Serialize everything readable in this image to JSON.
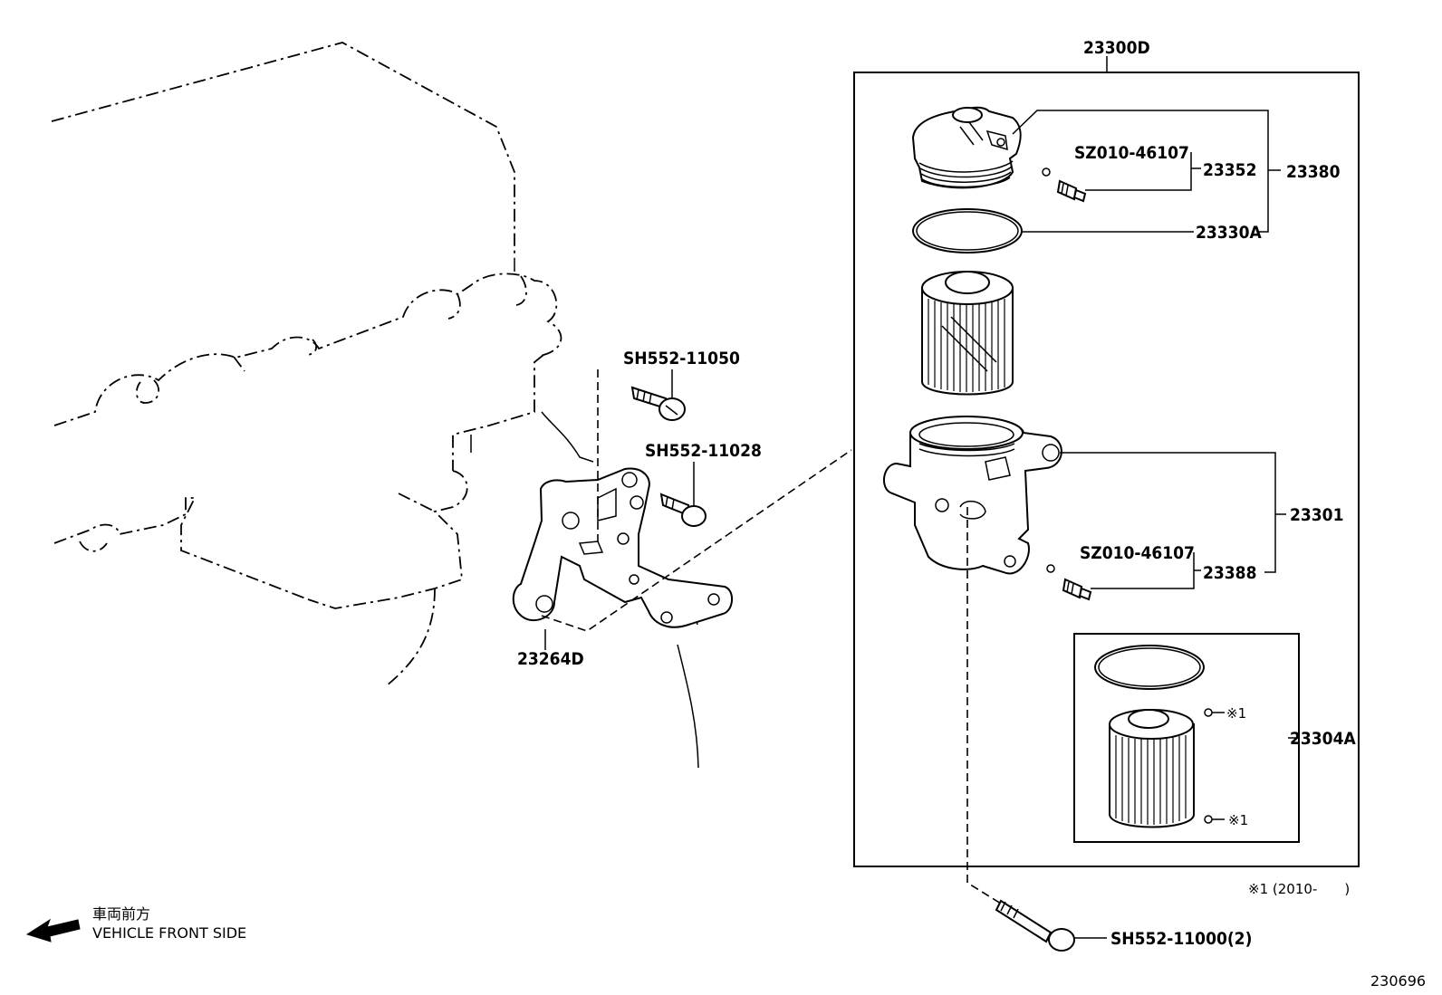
{
  "diagram": {
    "assembly_label": "23300D",
    "figure_number": "230696",
    "footnote": "※1 (2010-　　)",
    "orientation": {
      "japanese": "車両前方",
      "english": "VEHICLE FRONT SIDE"
    },
    "parts": {
      "cap_assembly": "23380",
      "sensor_assembly_top": "23352",
      "sensor_part_top": "SZ010-46107",
      "o_ring": "23330A",
      "housing": "23301",
      "sensor_assembly_bottom": "23388",
      "sensor_part_bottom": "SZ010-46107",
      "element_kit": "23304A",
      "kit_note_1": "※1",
      "kit_note_2": "※1",
      "bracket": "23264D",
      "bolt_1": "SH552-11050",
      "bolt_2": "SH552-11028",
      "bolt_3": "SH552-11000(2)"
    }
  }
}
